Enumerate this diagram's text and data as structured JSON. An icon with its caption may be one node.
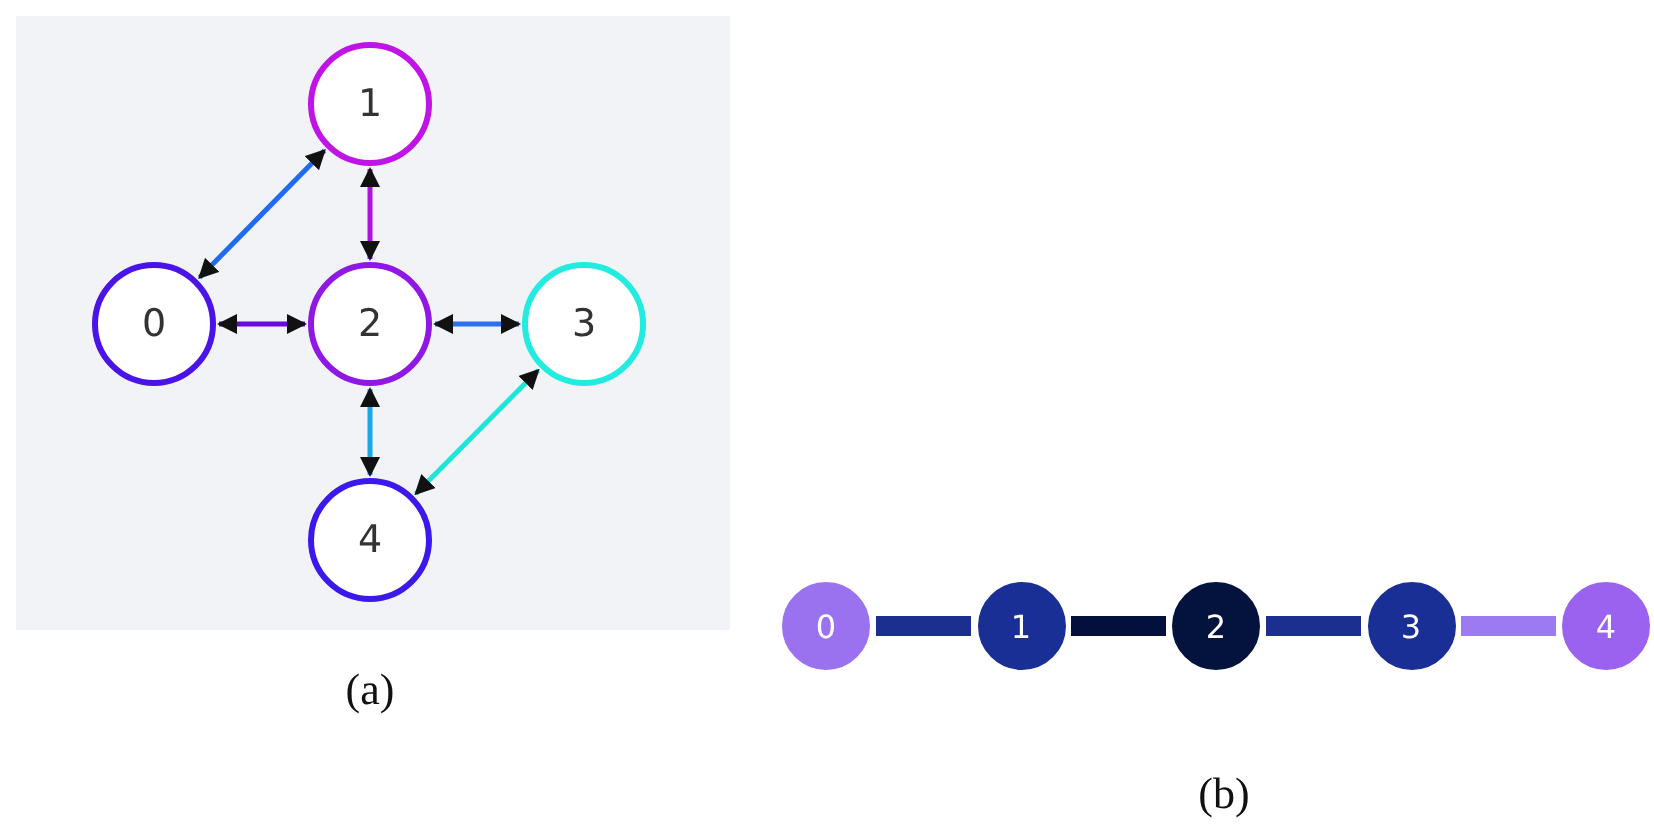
{
  "diagram": {
    "nodes": [
      {
        "text": [
          "0"
        ]
      },
      {
        "text": [
          "1"
        ]
      },
      {
        "text": [
          "2"
        ]
      },
      {
        "text": [
          "3"
        ]
      },
      {
        "text": [
          "4"
        ]
      },
      {
        "text": [
          "0"
        ]
      },
      {
        "text": [
          "1"
        ]
      },
      {
        "text": [
          "2"
        ]
      },
      {
        "text": [
          "3"
        ]
      },
      {
        "text": [
          "4"
        ]
      }
    ],
    "edges": [
      {
        "from": 0,
        "to": 1,
        "arrow": "both",
        "color": "#1f6cf0"
      },
      {
        "from": 1,
        "to": 2,
        "arrow": "both",
        "color": "#b010e0"
      },
      {
        "from": 0,
        "to": 2,
        "arrow": "both",
        "color": "#6a08e0"
      },
      {
        "from": 2,
        "to": 3,
        "arrow": "both",
        "color": "#2a6ef2"
      },
      {
        "from": 2,
        "to": 4,
        "arrow": "both",
        "color": "#18a6f0"
      },
      {
        "from": 3,
        "to": 4,
        "arrow": "both",
        "color": "#1ee6d6"
      },
      {
        "from": 5,
        "to": 6,
        "arrow": "none",
        "style": "thick",
        "color": "#1a2f8e"
      },
      {
        "from": 6,
        "to": 7,
        "arrow": "none",
        "style": "thick",
        "color": "#03103e"
      },
      {
        "from": 7,
        "to": 8,
        "arrow": "none",
        "style": "thick",
        "color": "#1a2f8e"
      },
      {
        "from": 8,
        "to": 9,
        "arrow": "none",
        "style": "thick",
        "color": "#9b7af2"
      }
    ],
    "labels": [
      "(a)",
      "(b)"
    ]
  }
}
